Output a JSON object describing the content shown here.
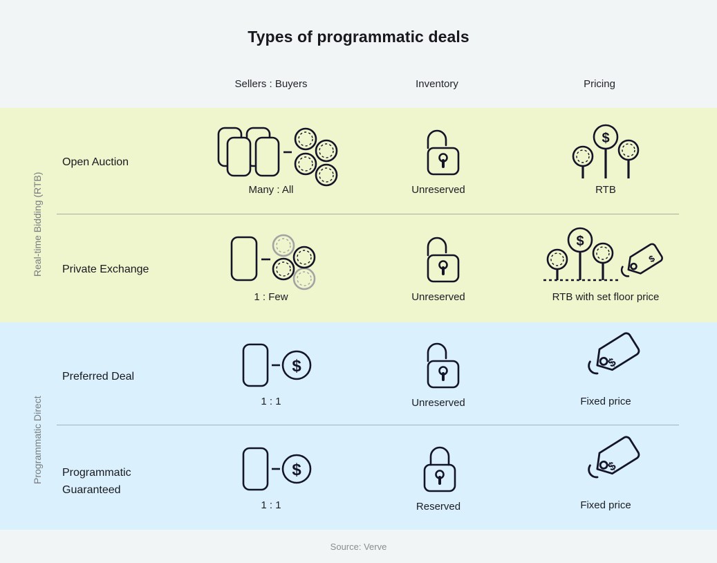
{
  "title": "Types of programmatic deals",
  "columns": [
    {
      "key": "sellers",
      "label": "Sellers : Buyers"
    },
    {
      "key": "inventory",
      "label": "Inventory"
    },
    {
      "key": "pricing",
      "label": "Pricing"
    }
  ],
  "groups": [
    {
      "key": "rtb",
      "label": "Real-time Bidding (RTB)",
      "color": "#eff6cd"
    },
    {
      "key": "direct",
      "label": "Programmatic Direct",
      "color": "#daf1fd"
    }
  ],
  "rows": [
    {
      "name": "Open Auction",
      "group": "rtb",
      "sellers": {
        "icon": "many-sellers-to-all-buyers-icon",
        "caption": "Many : All"
      },
      "inventory": {
        "icon": "open-padlock-icon",
        "caption": "Unreserved"
      },
      "pricing": {
        "icon": "rtb-bids-icon",
        "caption": "RTB"
      }
    },
    {
      "name": "Private Exchange",
      "group": "rtb",
      "sellers": {
        "icon": "one-seller-to-few-buyers-icon",
        "caption": "1 : Few"
      },
      "inventory": {
        "icon": "open-padlock-icon",
        "caption": "Unreserved"
      },
      "pricing": {
        "icon": "rtb-floor-price-icon",
        "caption": "RTB with set floor price"
      }
    },
    {
      "name": "Preferred Deal",
      "group": "direct",
      "sellers": {
        "icon": "one-seller-to-one-buyer-icon",
        "caption": "1 : 1"
      },
      "inventory": {
        "icon": "open-padlock-icon",
        "caption": "Unreserved"
      },
      "pricing": {
        "icon": "price-tag-icon",
        "caption": "Fixed price"
      }
    },
    {
      "name": "Programmatic Guaranteed",
      "group": "direct",
      "sellers": {
        "icon": "one-seller-to-one-buyer-icon",
        "caption": "1 : 1"
      },
      "inventory": {
        "icon": "closed-padlock-icon",
        "caption": "Reserved"
      },
      "pricing": {
        "icon": "price-tag-icon",
        "caption": "Fixed price"
      }
    }
  ],
  "source": "Source: Verve",
  "colors": {
    "page_background": "#f2f5f5",
    "band_rtb": "#eff6cd",
    "band_direct": "#daf1fd",
    "ink": "#141428",
    "muted": "#8a8f91",
    "faded_icon": "#9a9a9a"
  }
}
